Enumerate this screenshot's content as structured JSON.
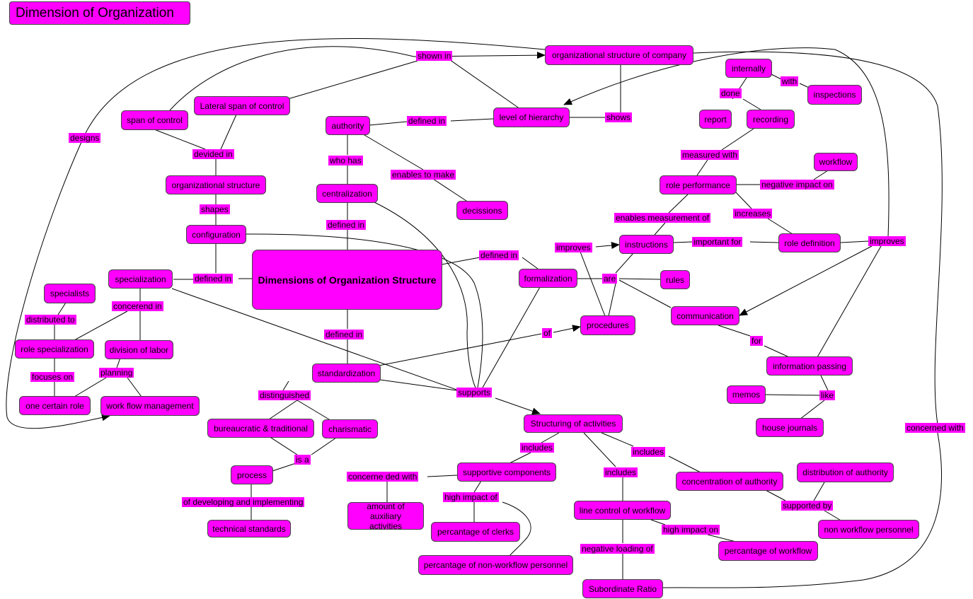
{
  "title": "Dimension of Organization",
  "concepts": {
    "org_structure_company": "organizational structure of company",
    "level_of_hierarchy": "level of hierarchy",
    "authority": "authority",
    "span_of_control": "span of control",
    "lateral_span": "Lateral span of control",
    "organizational_structure": "organizational structure",
    "centralization": "centralization",
    "decissions": "decissions",
    "configuration": "configuration",
    "main": "Dimensions of Organization Structure",
    "specialization": "specialization",
    "specialists": "specialists",
    "role_specialization": "role specialization",
    "division_of_labor": "division of labor",
    "one_certain_role": "one certain role",
    "work_flow_management": "work flow management",
    "formalization": "formalization",
    "rules": "rules",
    "procedures": "procedures",
    "instructions": "instructions",
    "role_definition": "role definition",
    "role_performance": "role performance",
    "workflow": "workflow",
    "internally": "internally",
    "inspections": "inspections",
    "report": "report",
    "recording": "recording",
    "communication": "communication",
    "information_passing": "information passing",
    "memos": "memos",
    "house_journals": "house journals",
    "standardization": "standardization",
    "bureaucratic": "bureaucratic & traditional",
    "charismatic": "charismatic",
    "process": "process",
    "technical_standards": "technical standards",
    "structuring": "Structuring of activities",
    "supportive_components": "supportive components",
    "amount_auxiliary": "amount of auxiliary activities",
    "percentage_clerks": "percantage of clerks",
    "percentage_nonworkflow": "percantage of non-workflow personnel",
    "line_control": "line control of workflow",
    "percentage_workflow": "percantage of workflow",
    "subordinate_ratio": "Subordinate Ratio",
    "concentration_authority": "concentration of authority",
    "distribution_authority": "distribution of authority",
    "non_workflow_personnel": "non workflow personnel"
  },
  "link_labels": {
    "shown_in": "shown in",
    "designs": "designs",
    "shows": "shows",
    "defined_in_authority": "defined in",
    "who_has": "who has",
    "enables_to_make": "enables to make",
    "devided_in": "devided in",
    "shapes": "shapes",
    "defined_in_centralization": "defined in",
    "defined_in_specialization": "defined in",
    "defined_in_formalization": "defined in",
    "defined_in_standardization": "defined in",
    "concerend_in": "concerend in",
    "distributed_to": "distributed to",
    "focuses_on": "focuses on",
    "planning": "planning",
    "are": "are",
    "improves_instructions": "improves",
    "of": "of",
    "important_for": "important for",
    "improves_right": "improves",
    "enables_measurement": "enables measurement of",
    "increases": "increases",
    "negative_impact_on": "negative impact on",
    "measured_with": "measured with",
    "done": "done",
    "with": "with",
    "for": "for",
    "like": "like",
    "concerned_with": "concerned with",
    "supports": "supports",
    "distinguished": "distinguished",
    "is_a": "is a",
    "of_developing": "of developing and implementing",
    "includes_left": "includes",
    "includes_mid": "includes",
    "includes_right": "includes",
    "concerne_ded_with": "concerne ded with",
    "high_impact_of": "high impact of",
    "high_impact_on": "high impact on",
    "negative_loading_of": "negative loading of",
    "supported_by": "supported by"
  }
}
